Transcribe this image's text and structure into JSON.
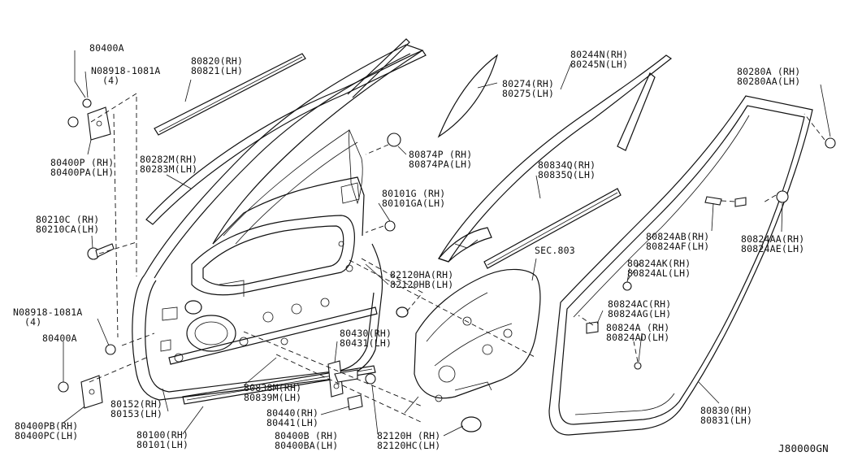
{
  "diagram": {
    "code": "J80000GN",
    "labels": {
      "hinge_bolt_top": [
        "80400A"
      ],
      "nut_top": [
        "N08918-1081A",
        "(4)"
      ],
      "hinge_upper": [
        "80400P (RH)",
        "80400PA(LH)"
      ],
      "check_link": [
        "80210C (RH)",
        "80210CA(LH)"
      ],
      "nut_bottom": [
        "N08918-1081A",
        "(4)"
      ],
      "hinge_bolt_bottom": [
        "80400A"
      ],
      "hinge_lower": [
        "80400PB(RH)",
        "80400PC(LH)"
      ],
      "outer_strip": [
        "80820(RH)",
        "80821(LH)"
      ],
      "sash_seal": [
        "80282M(RH)",
        "80283M(LH)"
      ],
      "corner_glass": [
        "80274(RH)",
        "80275(LH)"
      ],
      "grommet": [
        "80874P (RH)",
        "80874PA(LH)"
      ],
      "bumper": [
        "80101G (RH)",
        "80101GA(LH)"
      ],
      "sash_trim": [
        "80244N(RH)",
        "80245N(LH)"
      ],
      "inner_strip": [
        "80834Q(RH)",
        "80835Q(LH)"
      ],
      "sec_ref": [
        "SEC.803"
      ],
      "cap_seal": [
        "82120HA(RH)",
        "82120HB(LH)"
      ],
      "sill_seal": [
        "80838M(RH)",
        "80839M(LH)"
      ],
      "striker": [
        "80430(RH)",
        "80431(LH)"
      ],
      "lower_seal": [
        "80152(RH)",
        "80153(LH)"
      ],
      "door_panel": [
        "80100(RH)",
        "80101(LH)"
      ],
      "bracket": [
        "80440(RH)",
        "80441(LH)"
      ],
      "bolt_striker": [
        "80400B (RH)",
        "80400BA(LH)"
      ],
      "sealing_screen": [
        "82120H (RH)",
        "82120HC(LH)"
      ],
      "clip_top": [
        "80280A (RH)",
        "80280AA(LH)"
      ],
      "clip_ab": [
        "80824AB(RH)",
        "80824AF(LH)"
      ],
      "clip_aa": [
        "80824AA(RH)",
        "80824AE(LH)"
      ],
      "clip_ak": [
        "80824AK(RH)",
        "80824AL(LH)"
      ],
      "clip_ac": [
        "80824AC(RH)",
        "80824AG(LH)"
      ],
      "clip_a": [
        "80824A (RH)",
        "80824AD(LH)"
      ],
      "weatherstrip": [
        "80830(RH)",
        "80831(LH)"
      ]
    }
  }
}
